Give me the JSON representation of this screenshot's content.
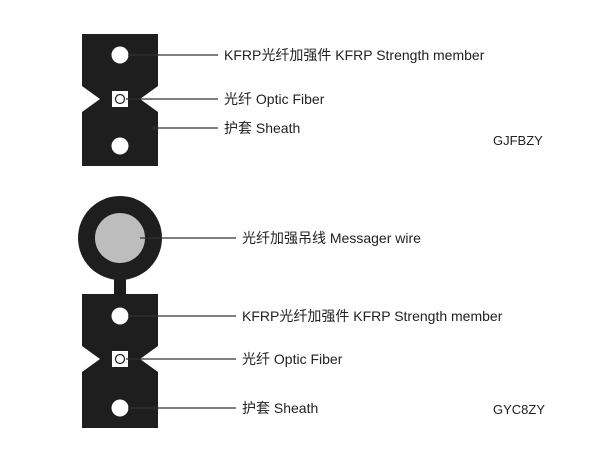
{
  "colors": {
    "sheath": "#1e1e1e",
    "strength_member": "#ffffff",
    "messager_wire": "#bdbdbd",
    "leader_line": "#333333",
    "text": "#222222"
  },
  "cable_1": {
    "model": "GJFBZY",
    "labels": {
      "strength_member": "KFRP光纤加强件 KFRP Strength member",
      "optic_fiber": "光纤 Optic Fiber",
      "sheath": "护套 Sheath"
    }
  },
  "cable_2": {
    "model": "GYC8ZY",
    "labels": {
      "messager_wire": "光纤加强吊线 Messager wire",
      "strength_member": "KFRP光纤加强件 KFRP Strength member",
      "optic_fiber": "光纤 Optic Fiber",
      "sheath": "护套 Sheath"
    }
  }
}
